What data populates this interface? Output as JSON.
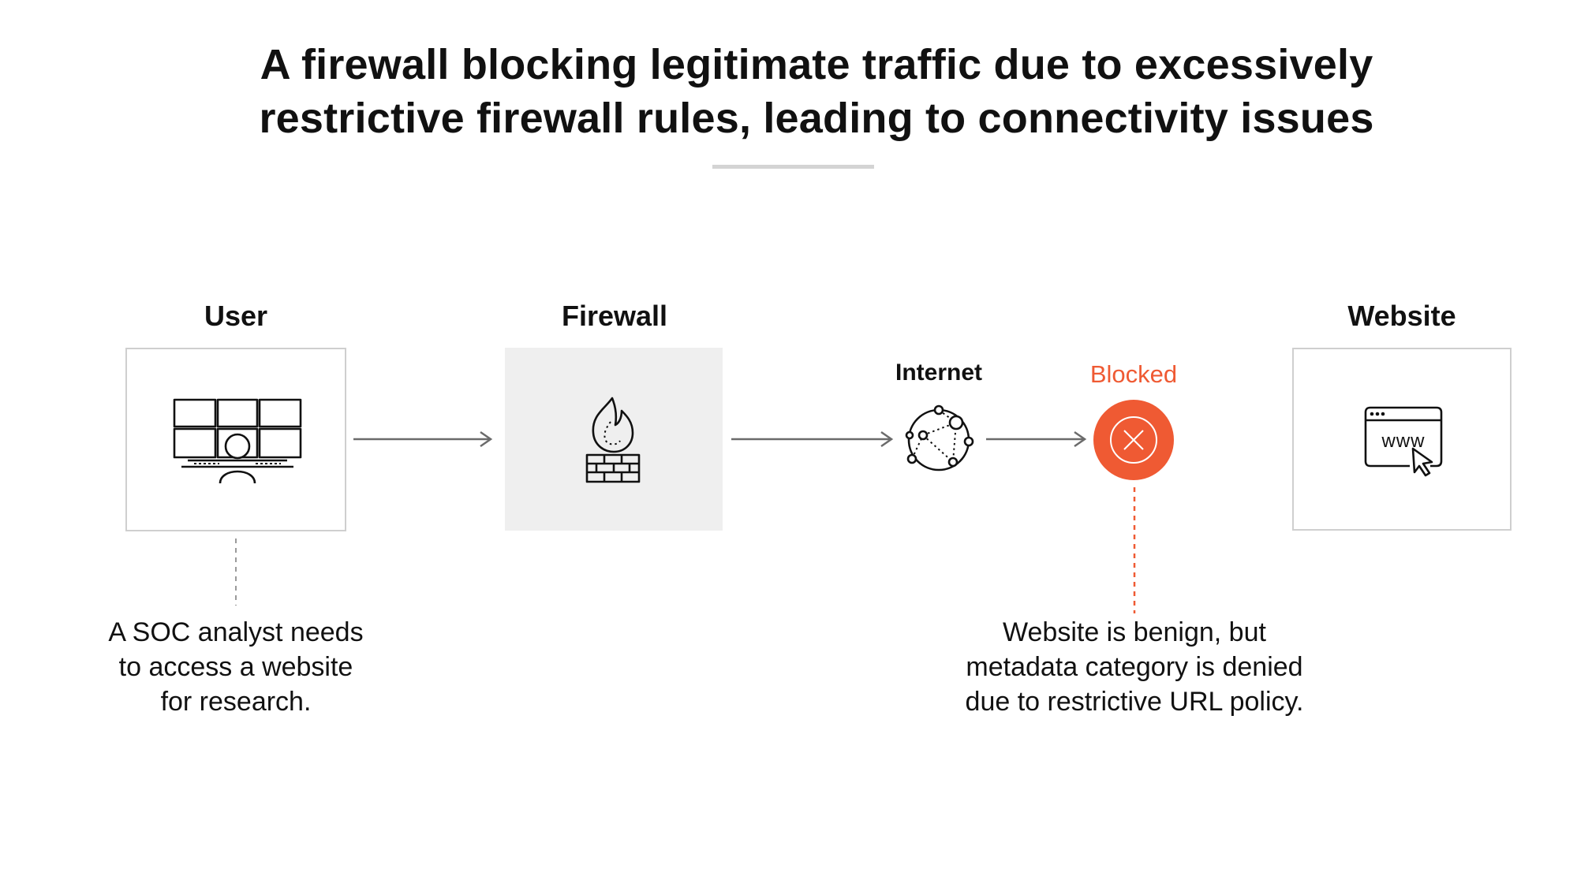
{
  "title": {
    "line1": "A firewall blocking legitimate traffic due to excessively",
    "line2": "restrictive firewall rules, leading to connectivity issues"
  },
  "nodes": {
    "user": {
      "label": "User",
      "icon": "workstation-analyst-icon"
    },
    "firewall": {
      "label": "Firewall",
      "icon": "firewall-flame-icon"
    },
    "internet": {
      "label": "Internet",
      "icon": "network-globe-icon"
    },
    "blocked": {
      "label": "Blocked",
      "icon": "blocked-x-icon"
    },
    "website": {
      "label": "Website",
      "icon": "browser-www-icon"
    }
  },
  "notes": {
    "user": {
      "line1": "A SOC analyst needs",
      "line2": "to access a website",
      "line3": "for research."
    },
    "blocked": {
      "line1": "Website is benign, but",
      "line2": "metadata category is denied",
      "line3": "due to restrictive URL policy."
    }
  },
  "icon_text": {
    "www": "www"
  },
  "colors": {
    "accent": "#ef5a33",
    "arrow": "#6b6b6b",
    "box_border": "#cfcfcf",
    "firewall_box": "#efefef",
    "title_rule": "#d4d4d4"
  }
}
